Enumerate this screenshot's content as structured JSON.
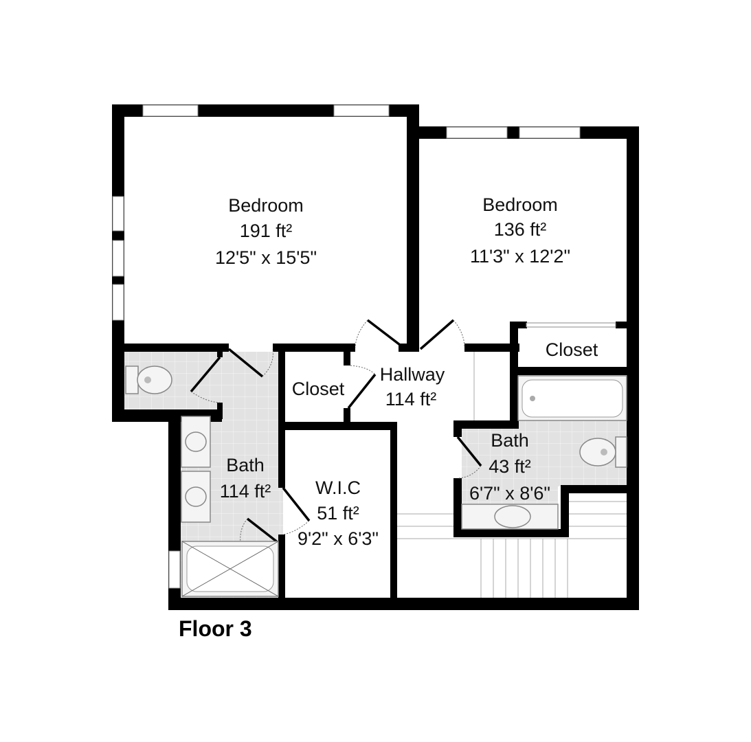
{
  "plan": {
    "floor_label": "Floor 3",
    "area_unit": "ft²",
    "colors": {
      "wall": "#000000",
      "tile": "#e2e2e2",
      "background": "#ffffff"
    }
  },
  "rooms": [
    {
      "id": "bedroom_1",
      "name": "Bedroom",
      "area": "191 ft²",
      "dimensions": "12'5\" x 15'5\""
    },
    {
      "id": "bedroom_2",
      "name": "Bedroom",
      "area": "136 ft²",
      "dimensions": "11'3\" x 12'2\""
    },
    {
      "id": "closet_1",
      "name": "Closet"
    },
    {
      "id": "closet_2",
      "name": "Closet"
    },
    {
      "id": "hallway",
      "name": "Hallway",
      "area": "114 ft²"
    },
    {
      "id": "bath_1",
      "name": "Bath",
      "area": "114 ft²"
    },
    {
      "id": "wic",
      "name": "W.I.C",
      "area": "51 ft²",
      "dimensions": "9'2\" x 6'3\""
    },
    {
      "id": "bath_2",
      "name": "Bath",
      "area": "43 ft²",
      "dimensions": "6'7\" x 8'6\""
    }
  ]
}
